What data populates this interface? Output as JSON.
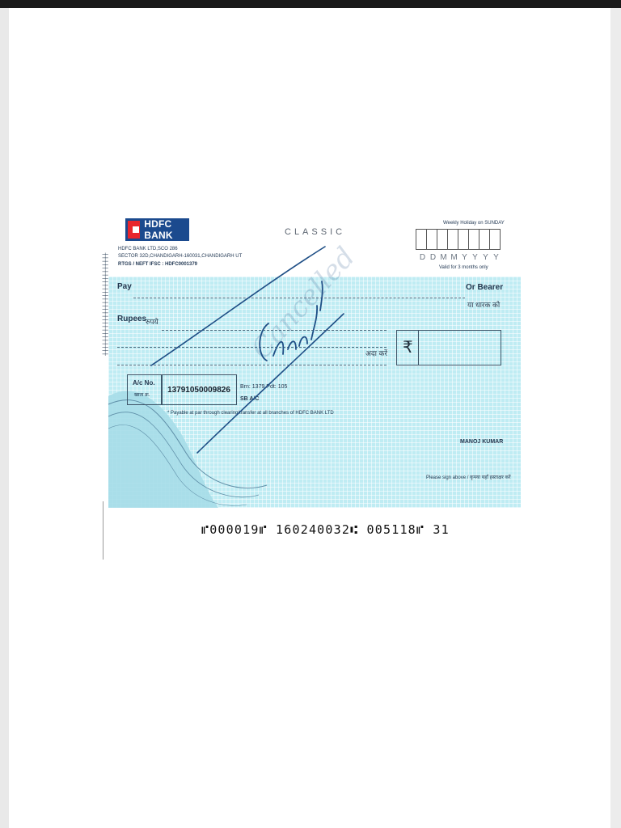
{
  "bank": {
    "logo_text": "HDFC BANK",
    "address_line1": "HDFC BANK LTD,SCO 286",
    "address_line2": "SECTOR 32D,CHANDIGARH-160031,CHANDIGARH UT",
    "address_line3": "RTGS / NEFT IFSC : HDFC0001379",
    "product": "CLASSIC"
  },
  "date_panel": {
    "holiday_note": "Weekly Holiday on SUNDAY",
    "format": [
      "D",
      "D",
      "M",
      "M",
      "Y",
      "Y",
      "Y",
      "Y"
    ],
    "validity": "Valid for 3 months only"
  },
  "payee": {
    "pay_label": "Pay",
    "or_bearer": "Or Bearer",
    "or_bearer_hindi": "या धारक को"
  },
  "amount": {
    "rupees_label": "Rupees",
    "rupees_hindi": "रुपये",
    "ada_karen": "अदा करें",
    "rupee_symbol": "₹"
  },
  "account": {
    "ac_no_label": "A/c No.",
    "ac_no_hindi": "खाता क्र.",
    "number": "13791050009826",
    "branch": "Brn: 1379  Pdt: 105",
    "type": "SB A/C",
    "payable_note": "* Payable at par through clearing/transfer at all branches of HDFC BANK LTD"
  },
  "signatory": {
    "name": "MANOJ KUMAR",
    "sign_note": "Please sign above / कृपया यहाँ हस्ताक्षर करें"
  },
  "handwriting": {
    "word": "Cancelled",
    "ink_color": "#1f4f86"
  },
  "micr": {
    "line": "⑈000019⑈ 160240032⑆ 005118⑈ 31"
  },
  "colors": {
    "cheque_tint": "#bfecf3",
    "logo_blue": "#1b4a8e",
    "logo_red": "#e8262d"
  }
}
